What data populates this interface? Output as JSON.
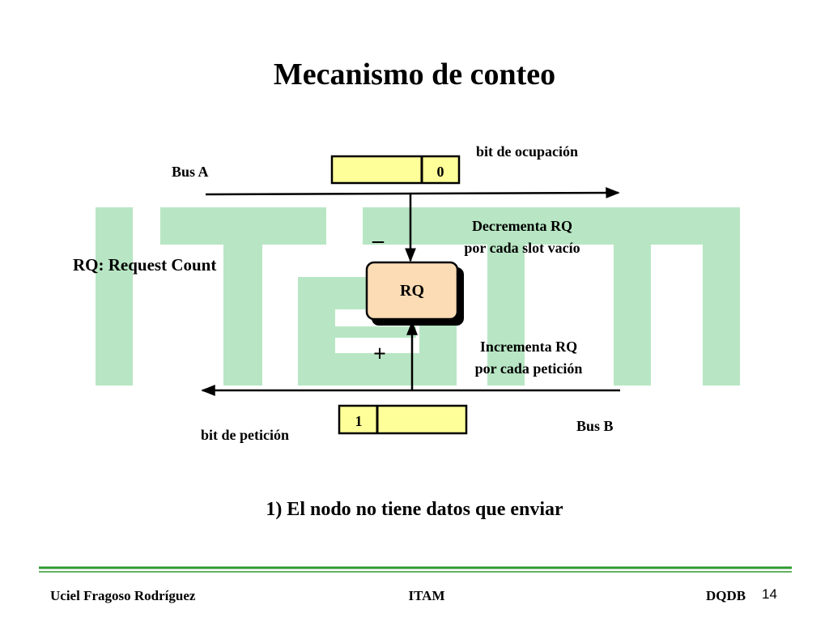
{
  "slide": {
    "title": "Mecanismo de conteo",
    "caption": "1) El nodo no tiene datos que enviar"
  },
  "diagram": {
    "bus_a_label": "Bus A",
    "bus_b_label": "Bus B",
    "busy_bit_label": "bit de ocupación",
    "request_bit_label": "bit de petición",
    "busy_bit_value": "0",
    "request_bit_value": "1",
    "rq_box_label": "RQ",
    "rq_definition": "RQ: Request Count",
    "minus_sign": "_",
    "plus_sign": "+",
    "decrement_line1": "Decrementa RQ",
    "decrement_line2": "por cada slot vacío",
    "increment_line1": "Incrementa RQ",
    "increment_line2": "por cada petición"
  },
  "footer": {
    "author": "Uciel Fragoso Rodríguez",
    "institution": "ITAM",
    "topic": "DQDB",
    "page_number": "14"
  },
  "colors": {
    "watermark": "#b8e6c4",
    "cell_fill": "#ffff99",
    "rq_fill": "#fbdcb4",
    "footer_rule": "#2e9a2e"
  }
}
